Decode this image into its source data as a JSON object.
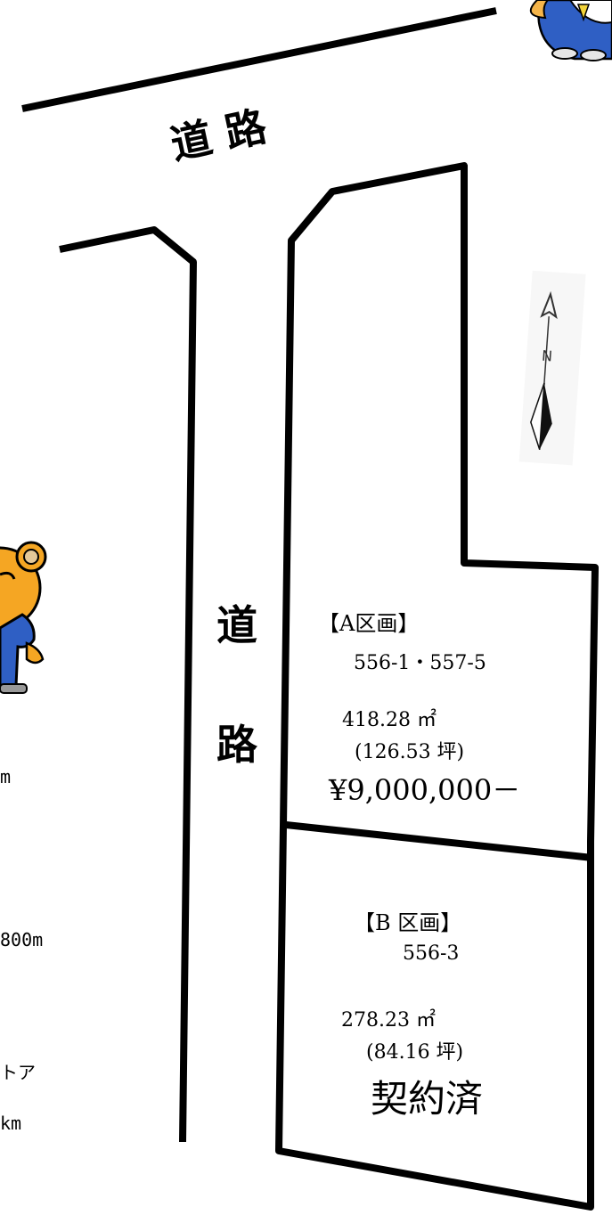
{
  "road_labels": {
    "top": "道 路",
    "side_char1": "道",
    "side_char2": "路"
  },
  "lot_a": {
    "title": "【A区画】",
    "lot_numbers": "556-1・557-5",
    "area_sqm": "418.28 ㎡",
    "area_tsubo": "(126.53 坪)",
    "price": "¥9,000,000－"
  },
  "lot_b": {
    "title": "【B 区画】",
    "lot_numbers": "556-3",
    "area_sqm": "278.23 ㎡",
    "area_tsubo": "(84.16 坪)",
    "status": "契約済"
  },
  "left_cut_text": [
    "m",
    "800m",
    "トア",
    "km"
  ],
  "compass": {
    "icon": "north-arrow-icon"
  },
  "mascots": [
    "bear-mascot-icon",
    "businessman-mascot-icon"
  ],
  "colors": {
    "line": "#000000",
    "bear_fur": "#f5a623",
    "suit": "#1f4aa8"
  }
}
